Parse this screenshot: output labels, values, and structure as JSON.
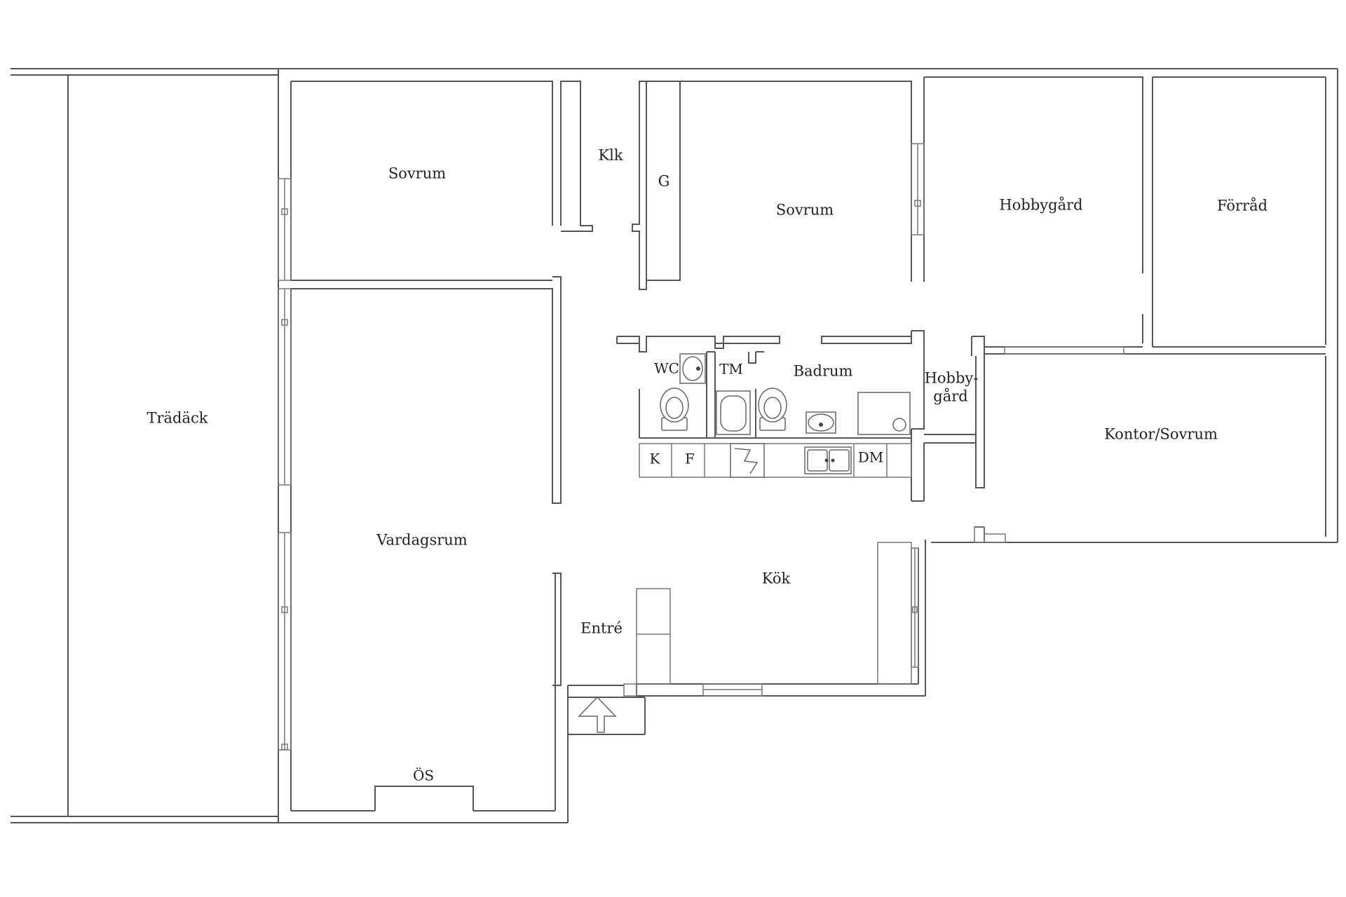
{
  "floorplan": {
    "rooms": {
      "tradack": "Trädäck",
      "sovrum_1": "Sovrum",
      "klk": "Klk",
      "g": "G",
      "sovrum_2": "Sovrum",
      "hobbygard_1": "Hobbygård",
      "forrad": "Förråd",
      "wc": "WC",
      "tm": "TM",
      "badrum": "Badrum",
      "hobbygard_2_line1": "Hobby-",
      "hobbygard_2_line2": "gård",
      "kontor_sovrum": "Kontor/Sovrum",
      "k": "K",
      "f": "F",
      "dm": "DM",
      "vardagsrum": "Vardagsrum",
      "kok": "Kök",
      "entre": "Entré",
      "os": "ÖS"
    },
    "icons": [
      "entrance-arrow-icon",
      "toilet-icon",
      "washbasin-icon",
      "kitchen-sink-icon",
      "stove-icon",
      "bathtub-icon",
      "shower-icon"
    ]
  }
}
